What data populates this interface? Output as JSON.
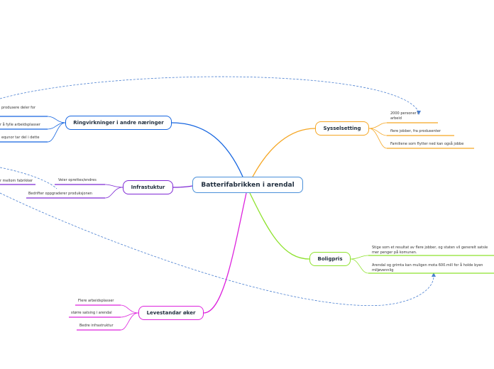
{
  "title": "Batterifabrikken i arendal",
  "branches": [
    {
      "key": "sys",
      "label": "Sysselsetting",
      "color": "#f5a623",
      "children": [
        {
          "text": "2000 personer i arbeid"
        },
        {
          "text": "flere jobber, fra produsenter"
        },
        {
          "text": "Familiene som flytter ned kan også jobbe"
        }
      ]
    },
    {
      "key": "bol",
      "label": "Boligpris",
      "color": "#8ee22d",
      "children": [
        {
          "text": "Stige som et resultat av flere jobber, og staten vil generelt satsle mer penger på komunen."
        },
        {
          "text": "Arendal og grimta kan muligen mota 600.mill for å holde byen miljøvennlig"
        }
      ]
    },
    {
      "key": "ring",
      "label": "Ringvirkninger i andre næringer",
      "color": "#1565e0",
      "children": [
        {
          "text": "produsere deler for"
        },
        {
          "text": "r å fylle arbeidsplasser"
        },
        {
          "text": "equnor tar del i dette"
        }
      ]
    },
    {
      "key": "infra",
      "label": "Infrastuktur",
      "color": "#7e28d4",
      "children": [
        {
          "text": "Veier oprettes/endres"
        },
        {
          "text": "r mellom fabrikker"
        },
        {
          "text": "Bedrifter oppgraderer produksjonen"
        }
      ]
    },
    {
      "key": "lev",
      "label": "Levestandar øker",
      "color": "#dd22dd",
      "children": [
        {
          "text": "Flere arbeidsplasser"
        },
        {
          "text": "større satsing i arendal"
        },
        {
          "text": "Bedre infrastruktur"
        }
      ]
    }
  ]
}
